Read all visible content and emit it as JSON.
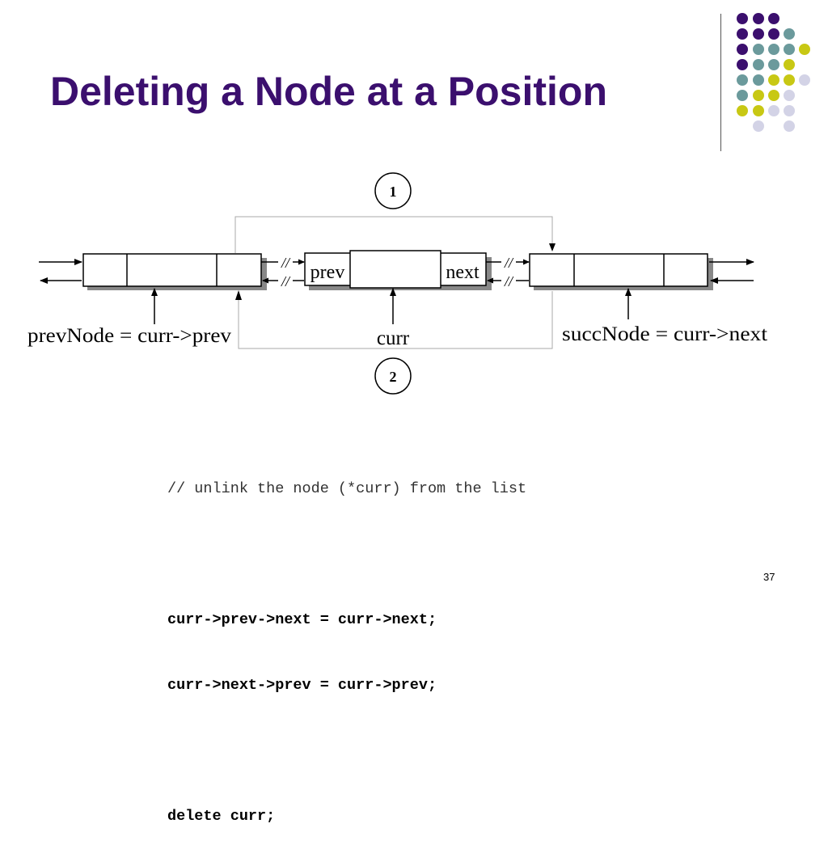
{
  "slide": {
    "title": "Deleting a Node at a Position",
    "page_number": "37"
  },
  "decoration": {
    "colors": {
      "purple": "#3b0f6e",
      "teal": "#6b9a9c",
      "yellow": "#c8c814",
      "lavender": "#d3d3e6"
    }
  },
  "diagram": {
    "step_1_label": "1",
    "step_2_label": "2",
    "curr_node_prev_field": "prev",
    "curr_node_next_field": "next",
    "curr_label": "curr",
    "prev_node_label": "prevNode = curr->prev",
    "succ_node_label": "succNode = curr->next",
    "cut_marks": [
      "//",
      "//",
      "//",
      "//"
    ]
  },
  "code": {
    "comment": "// unlink the node (*curr) from the list",
    "line_1": "curr->prev->next = curr->next;",
    "line_2": "curr->next->prev = curr->prev;",
    "line_3": "delete curr;"
  }
}
